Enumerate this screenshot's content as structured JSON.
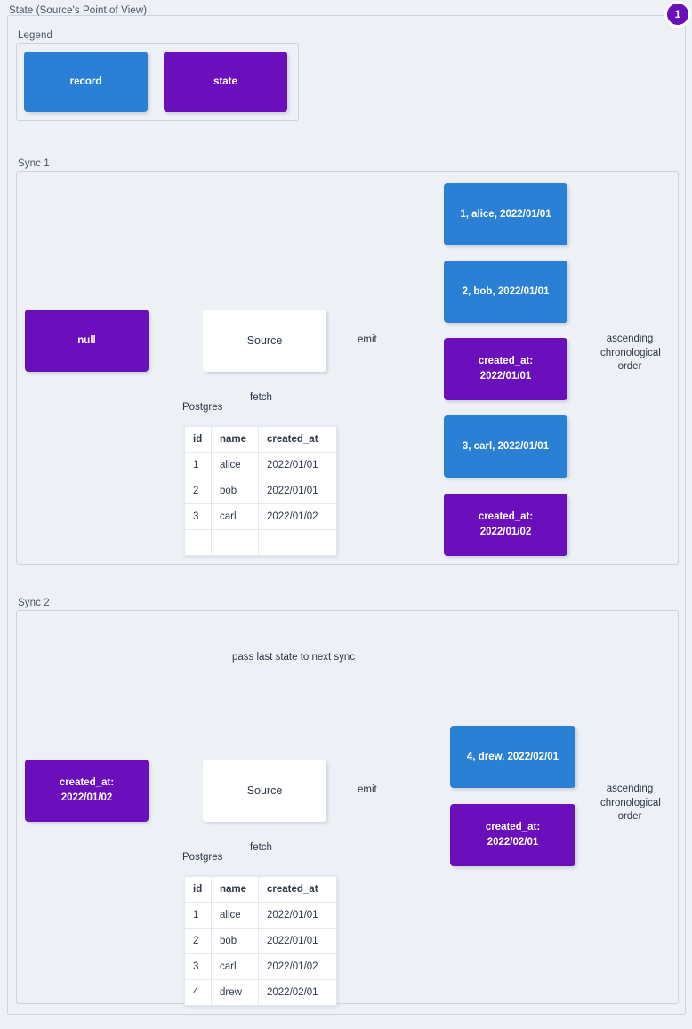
{
  "diagram": {
    "title": "State (Source's Point of View)",
    "badge": "1",
    "colors": {
      "record": "#2a80d4",
      "state": "#6b0fbd",
      "background": "#edf0f5",
      "border": "#cbd5e0",
      "connector": "#67778a",
      "text": "#2d3748"
    }
  },
  "legend": {
    "label": "Legend",
    "items": [
      {
        "label": "record",
        "kind": "record"
      },
      {
        "label": "state",
        "kind": "state"
      }
    ]
  },
  "sync1": {
    "label": "Sync 1",
    "state_in": "null",
    "source": "Source",
    "db_label": "Postgres",
    "fetch_label": "fetch",
    "emit_label": "emit",
    "order_caption": "ascending\nchronological\norder",
    "table": {
      "columns": [
        "id",
        "name",
        "created_at"
      ],
      "rows": [
        [
          "1",
          "alice",
          "2022/01/01"
        ],
        [
          "2",
          "bob",
          "2022/01/01"
        ],
        [
          "3",
          "carl",
          "2022/01/02"
        ],
        [
          "",
          "",
          ""
        ]
      ]
    },
    "emitted": [
      {
        "kind": "record",
        "text": "1, alice, 2022/01/01"
      },
      {
        "kind": "record",
        "text": "2, bob, 2022/01/01"
      },
      {
        "kind": "state",
        "text": "created_at:\n2022/01/01"
      },
      {
        "kind": "record",
        "text": "3, carl, 2022/01/01"
      },
      {
        "kind": "state",
        "text": "created_at:\n2022/01/02"
      }
    ]
  },
  "sync2": {
    "label": "Sync 2",
    "state_in": "created_at:\n2022/01/02",
    "source": "Source",
    "db_label": "Postgres",
    "fetch_label": "fetch",
    "emit_label": "emit",
    "pass_caption": "pass last state to next sync",
    "order_caption": "ascending\nchronological\norder",
    "table": {
      "columns": [
        "id",
        "name",
        "created_at"
      ],
      "rows": [
        [
          "1",
          "alice",
          "2022/01/01"
        ],
        [
          "2",
          "bob",
          "2022/01/01"
        ],
        [
          "3",
          "carl",
          "2022/01/02"
        ],
        [
          "4",
          "drew",
          "2022/02/01"
        ]
      ]
    },
    "emitted": [
      {
        "kind": "record",
        "text": "4, drew, 2022/02/01"
      },
      {
        "kind": "state",
        "text": "created_at:\n2022/02/01"
      }
    ]
  }
}
